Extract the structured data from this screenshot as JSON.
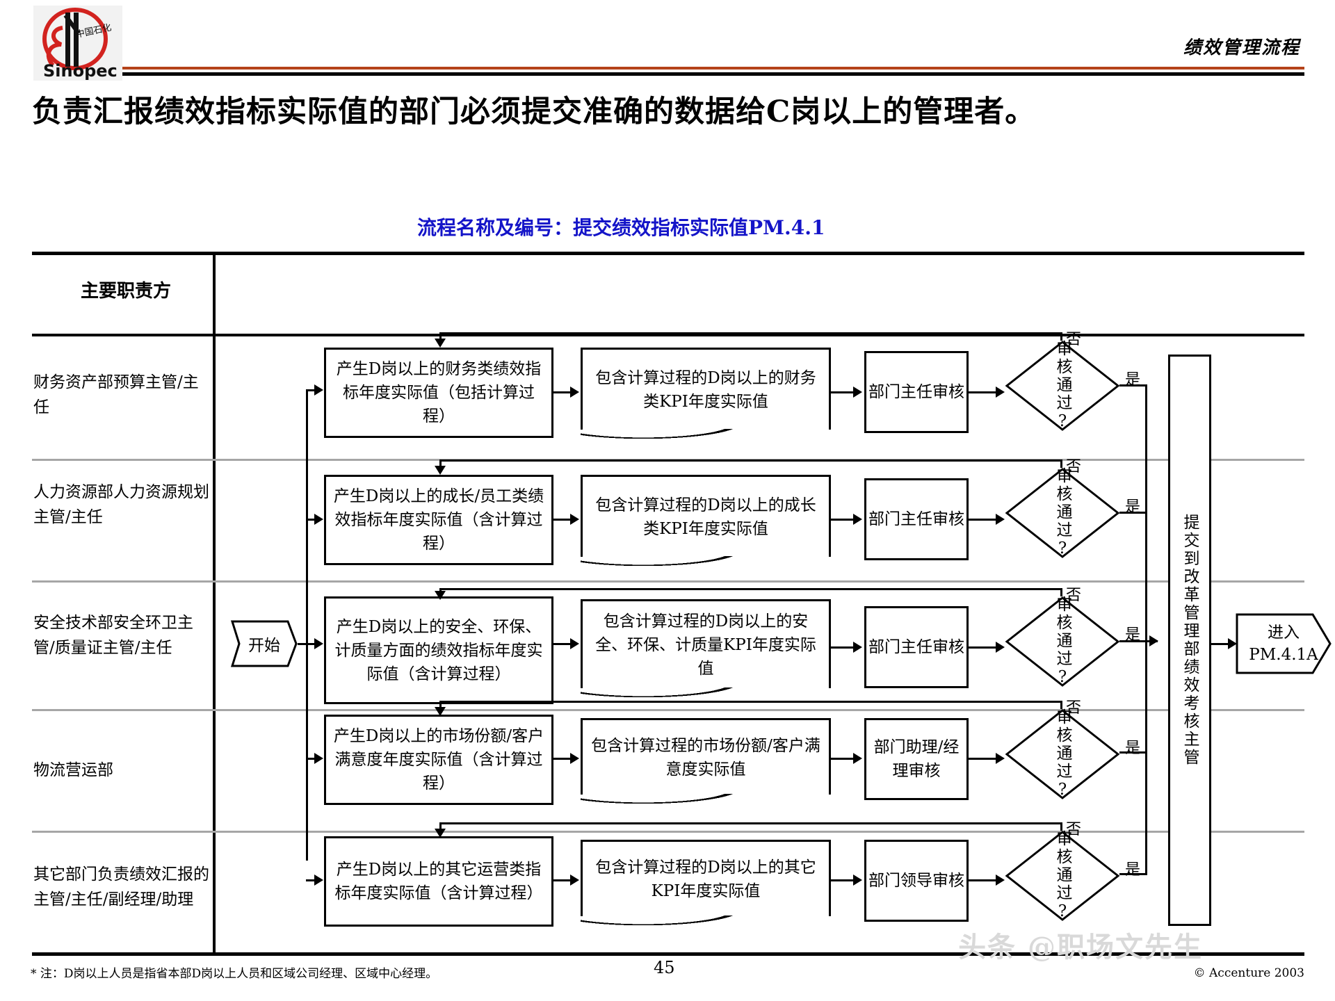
{
  "header": {
    "subject": "绩效管理流程",
    "logo_alt": "sinopec-logo"
  },
  "slide": {
    "title": "负责汇报绩效指标实际值的部门必须提交准确的数据给C岗以上的管理者。",
    "process_name": "流程名称及编号：提交绩效指标实际值PM.4.1",
    "column_header": "主要职责方"
  },
  "chart_data": {
    "type": "diagram",
    "title": "提交绩效指标实际值PM.4.1",
    "start_node": "开始",
    "final_node": "进入PM.4.1A",
    "submit_node": "提交到改革管理部绩效考核主管",
    "branch_yes": "是",
    "branch_no": "否",
    "decision_label": "审核通过?",
    "lanes": [
      {
        "responsible": "财务资产部预算主管/主任",
        "produce": "产生D岗以上的财务类绩效指标年度实际值（包括计算过程）",
        "document": "包含计算过程的D岗以上的财务类KPI年度实际值",
        "review": "部门主任审核",
        "decision": "审核通过?"
      },
      {
        "responsible": "人力资源部人力资源规划主管/主任",
        "produce": "产生D岗以上的成长/员工类绩效指标年度实际值（含计算过程）",
        "document": "包含计算过程的D岗以上的成长类KPI年度实际值",
        "review": "部门主任审核",
        "decision": "审核通过?"
      },
      {
        "responsible": "安全技术部安全环卫主管/质量证主管/主任",
        "produce": "产生D岗以上的安全、环保、计质量方面的绩效指标年度实际值（含计算过程）",
        "document": "包含计算过程的D岗以上的安全、环保、计质量KPI年度实际值",
        "review": "部门主任审核",
        "decision": "审核通过?"
      },
      {
        "responsible": "物流营运部",
        "produce": "产生D岗以上的市场份额/客户满意度年度实际值（含计算过程）",
        "document": "包含计算过程的市场份额/客户满意度实际值",
        "review": "部门助理/经理审核",
        "decision": "审核通过?"
      },
      {
        "responsible": "其它部门负责绩效汇报的主管/主任/副经理/助理",
        "produce": "产生D岗以上的其它运营类指标年度实际值（含计算过程）",
        "document": "包含计算过程的D岗以上的其它KPI年度实际值",
        "review": "部门领导审核",
        "decision": "审核通过?"
      }
    ]
  },
  "footer": {
    "note": "* 注：D岗以上人员是指省本部D岗以上人员和区域公司经理、区域中心经理。",
    "page": "45",
    "copyright": "© Accenture 2003",
    "watermark": "头条 @职场文先生"
  }
}
